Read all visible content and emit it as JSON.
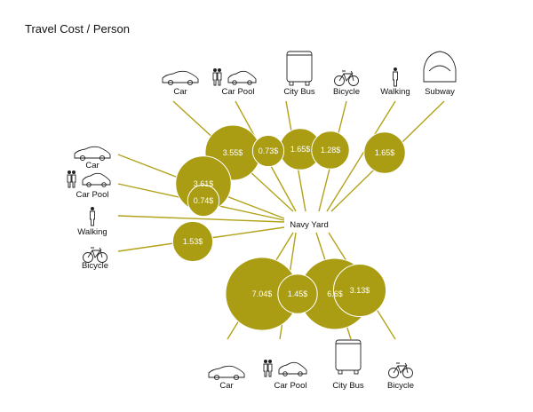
{
  "title": "Travel Cost / Person",
  "hub": "Navy Yard",
  "colors": {
    "accent": "#aa9c13",
    "ray": "#b2a218",
    "text": "#111111"
  },
  "groups": {
    "top": {
      "modes": [
        {
          "label": "Car",
          "icon": "car-icon"
        },
        {
          "label": "Car Pool",
          "icon": "carpool-icon"
        },
        {
          "label": "City Bus",
          "icon": "bus-icon"
        },
        {
          "label": "Bicycle",
          "icon": "bicycle-icon"
        },
        {
          "label": "Walking",
          "icon": "walking-icon"
        },
        {
          "label": "Subway",
          "icon": "subway-icon"
        }
      ],
      "costs": [
        3.55,
        0.73,
        1.65,
        1.28,
        null,
        1.65
      ],
      "cost_labels": [
        "3.55$",
        "0.73$",
        "1.65$",
        "1.28$",
        "",
        "1.65$"
      ]
    },
    "left": {
      "modes": [
        {
          "label": "Car",
          "icon": "car-icon"
        },
        {
          "label": "Car Pool",
          "icon": "carpool-icon"
        },
        {
          "label": "Walking",
          "icon": "walking-icon"
        },
        {
          "label": "Bicycle",
          "icon": "bicycle-icon"
        }
      ],
      "costs": [
        3.61,
        0.74,
        null,
        1.53
      ],
      "cost_labels": [
        "3.61$",
        "0.74$",
        "",
        "1.53$"
      ]
    },
    "bottom": {
      "modes": [
        {
          "label": "Car",
          "icon": "car-icon"
        },
        {
          "label": "Car Pool",
          "icon": "carpool-icon"
        },
        {
          "label": "City Bus",
          "icon": "bus-icon"
        },
        {
          "label": "Bicycle",
          "icon": "bicycle-icon"
        }
      ],
      "costs": [
        7.04,
        1.45,
        6.6,
        3.13
      ],
      "cost_labels": [
        "7.04$",
        "1.45$",
        "6.6$",
        "3.13$"
      ]
    }
  }
}
